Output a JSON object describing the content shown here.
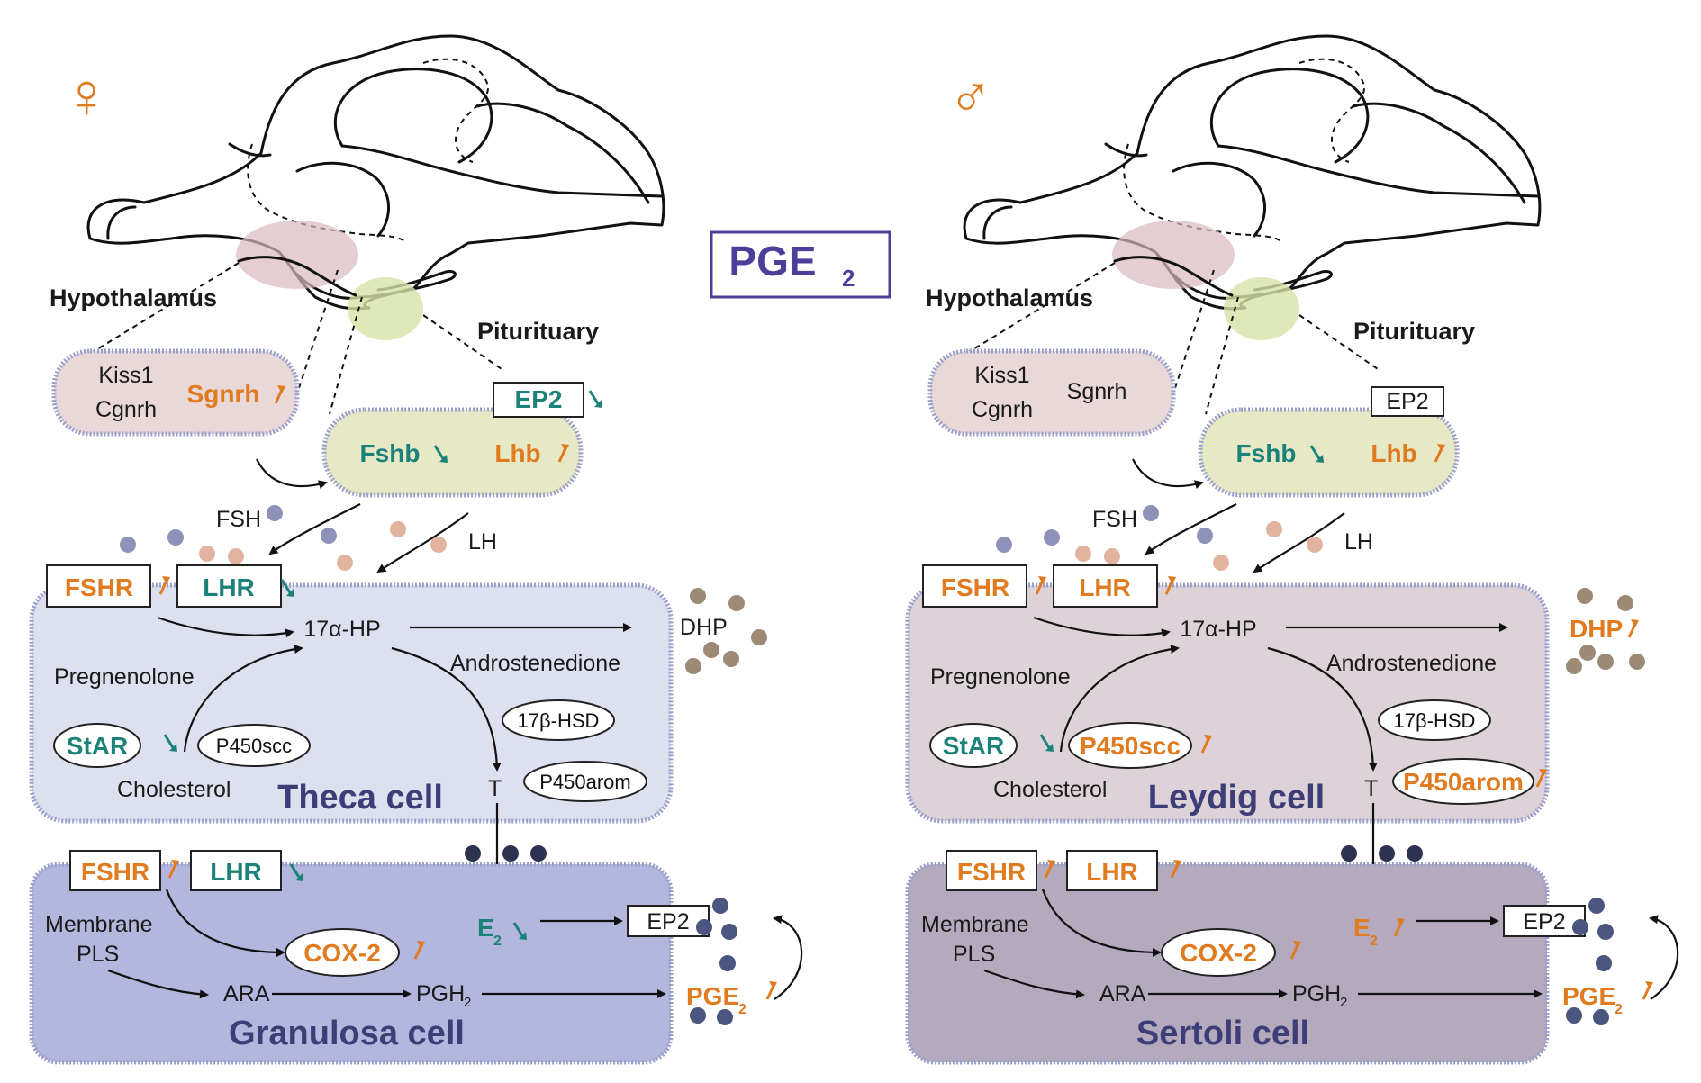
{
  "center": {
    "title": "PGE",
    "title_sub": "2"
  },
  "colors": {
    "up": "#e07b20",
    "down": "#1a8278",
    "title": "#4b3f9a"
  },
  "left": {
    "sex_symbol": "♀",
    "hypothalamus": "Hypothalamus",
    "pituitary": "Piturituary",
    "kiss1": "Kiss1",
    "cgnrh": "Cgnrh",
    "sgnrh": "Sgnrh",
    "ep2_pit": "EP2",
    "fshb": "Fshb",
    "lhb": "Lhb",
    "fsh": "FSH",
    "lh": "LH",
    "fshr_top": "FSHR",
    "lhr_top": "LHR",
    "hp17": "17α-HP",
    "dhp": "DHP",
    "pregnenolone": "Pregnenolone",
    "androstenedione": "Androstenedione",
    "star": "StAR",
    "p450scc": "P450scc",
    "hsd17": "17β-HSD",
    "cholesterol": "Cholesterol",
    "t": "T",
    "p450arom": "P450arom",
    "upper_cell": "Theca cell",
    "fshr_bot": "FSHR",
    "lhr_bot": "LHR",
    "membrane": "Membrane",
    "pls": "PLS",
    "cox2": "COX-2",
    "e2": "E",
    "e2_sub": "2",
    "ep2_cell": "EP2",
    "ara": "ARA",
    "pgh2": "PGH",
    "pgh2_sub": "2",
    "pge2": "PGE",
    "pge2_sub": "2",
    "lower_cell": "Granulosa cell"
  },
  "right": {
    "sex_symbol": "♂",
    "hypothalamus": "Hypothalamus",
    "pituitary": "Piturituary",
    "kiss1": "Kiss1",
    "cgnrh": "Cgnrh",
    "sgnrh": "Sgnrh",
    "ep2_pit": "EP2",
    "fshb": "Fshb",
    "lhb": "Lhb",
    "fsh": "FSH",
    "lh": "LH",
    "fshr_top": "FSHR",
    "lhr_top": "LHR",
    "hp17": "17α-HP",
    "dhp": "DHP",
    "pregnenolone": "Pregnenolone",
    "androstenedione": "Androstenedione",
    "star": "StAR",
    "p450scc": "P450scc",
    "hsd17": "17β-HSD",
    "cholesterol": "Cholesterol",
    "t": "T",
    "p450arom": "P450arom",
    "upper_cell": "Leydig cell",
    "fshr_bot": "FSHR",
    "lhr_bot": "LHR",
    "membrane": "Membrane",
    "pls": "PLS",
    "cox2": "COX-2",
    "e2": "E",
    "e2_sub": "2",
    "ep2_cell": "EP2",
    "ara": "ARA",
    "pgh2": "PGH",
    "pgh2_sub": "2",
    "pge2": "PGE",
    "pge2_sub": "2",
    "lower_cell": "Sertoli cell"
  }
}
